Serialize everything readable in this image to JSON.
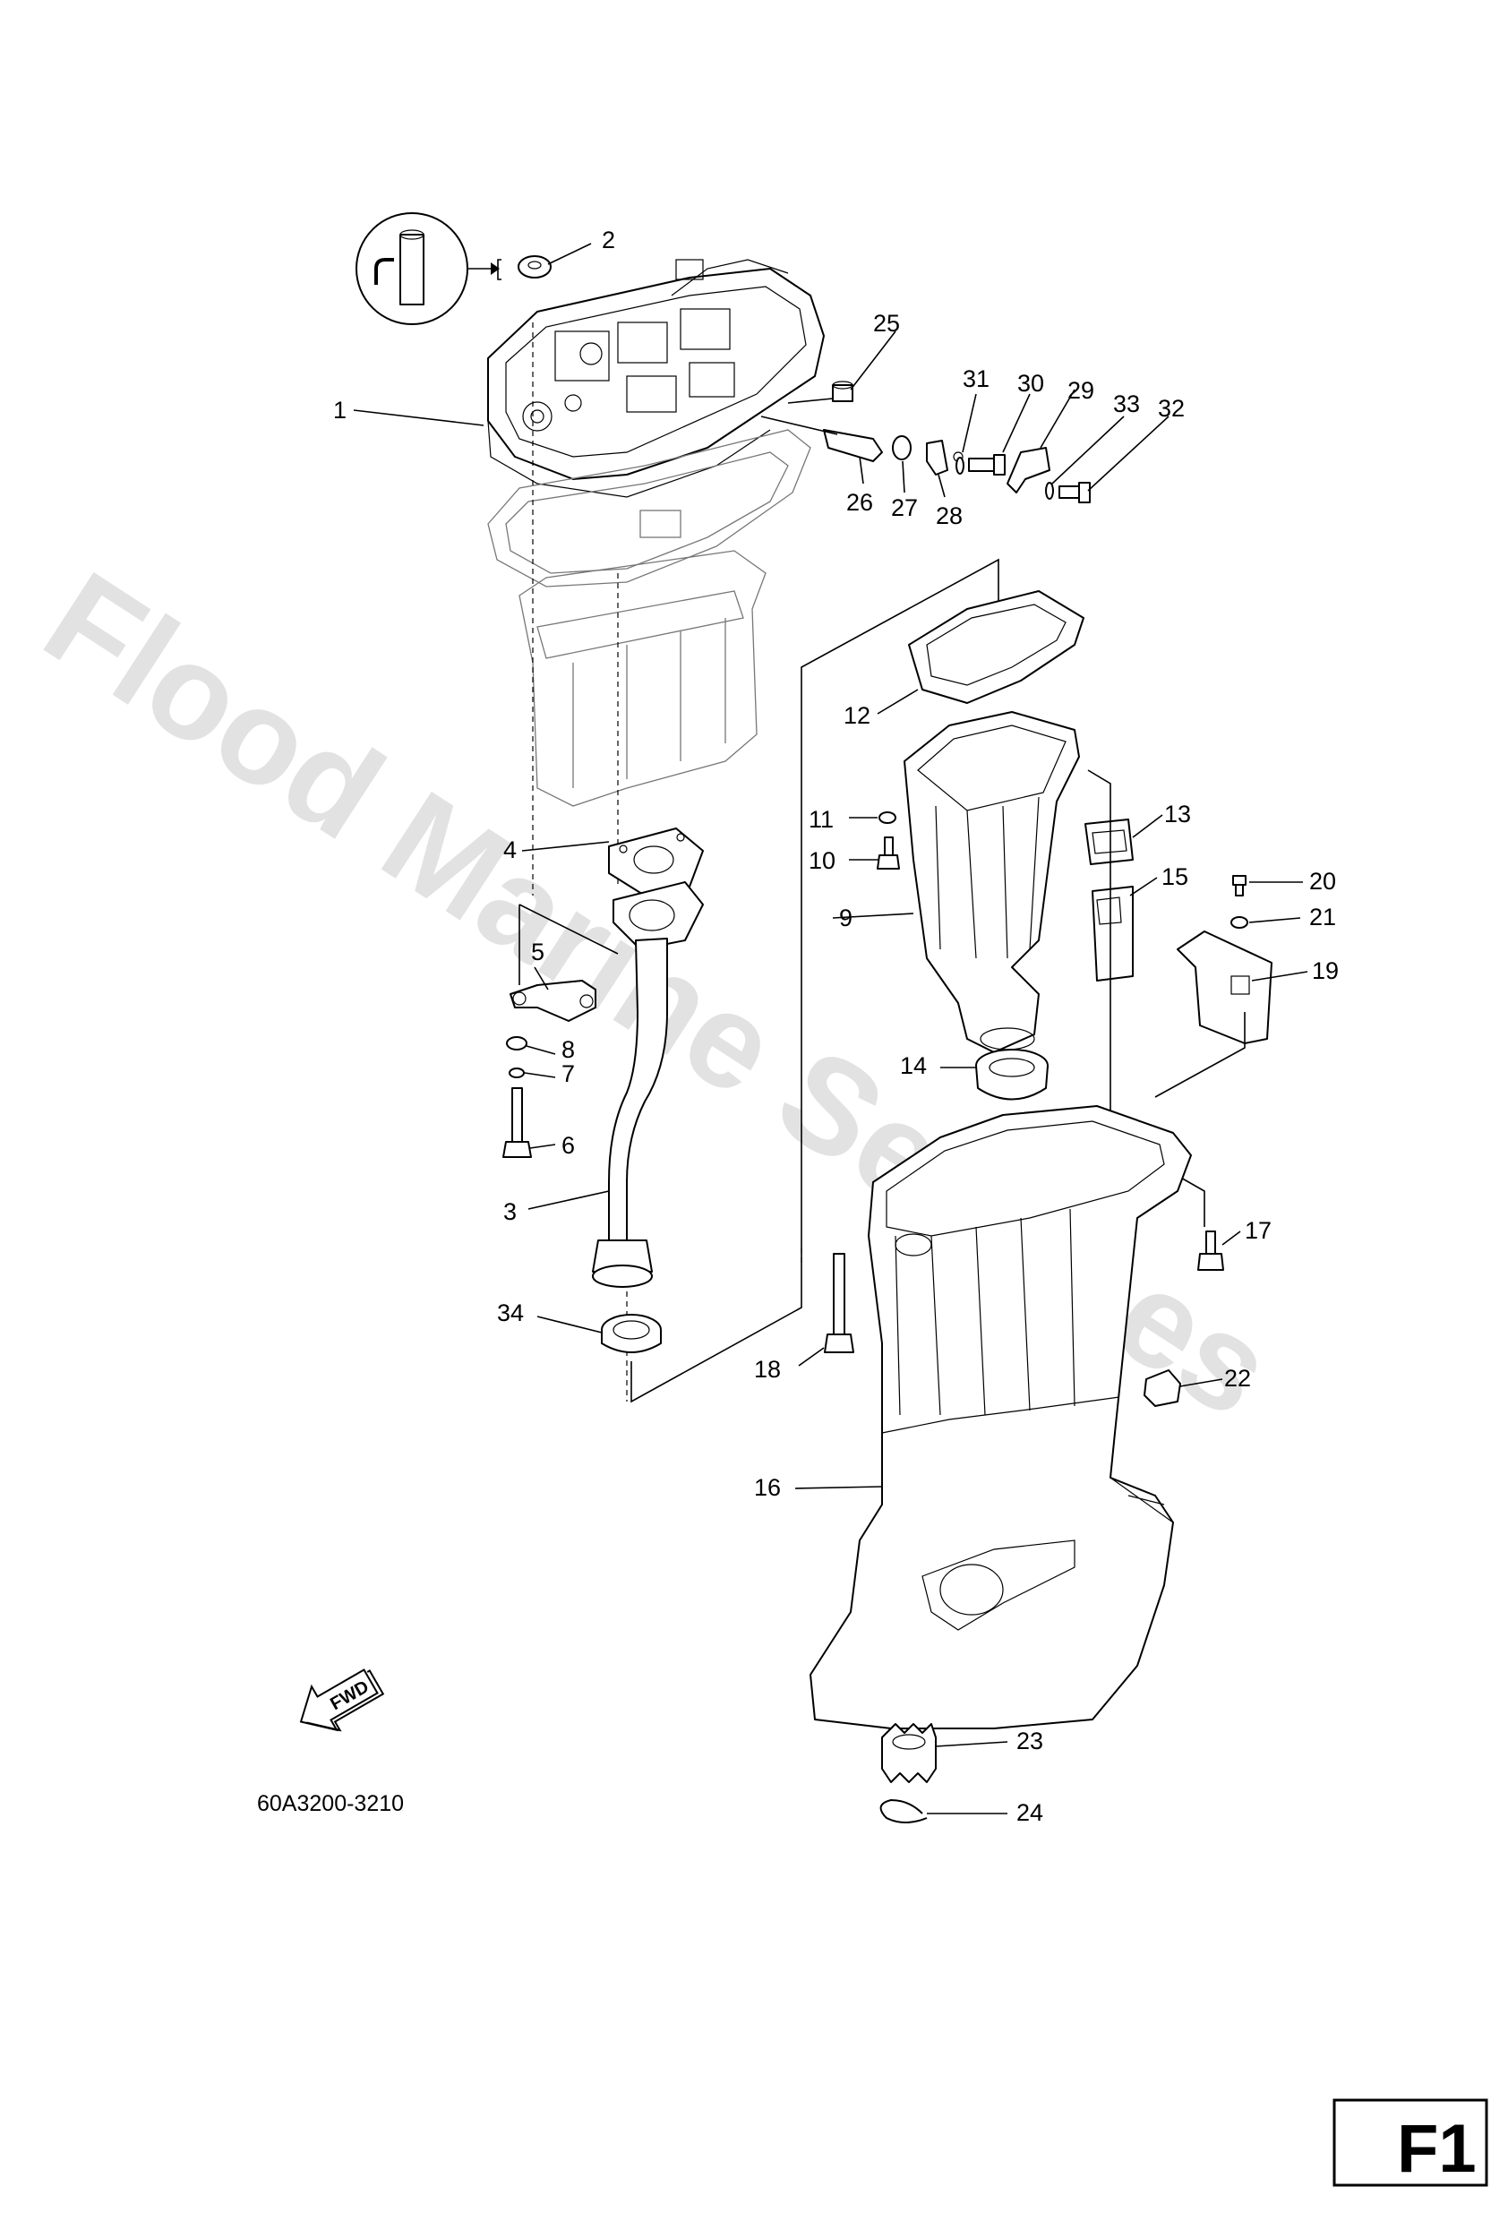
{
  "watermark": "Flood Marine Services",
  "diagram_code": "60A3200-3210",
  "page_tag": "F1",
  "fwd_label": "FWD",
  "callouts": [
    "1",
    "2",
    "3",
    "4",
    "5",
    "6",
    "7",
    "8",
    "9",
    "10",
    "11",
    "12",
    "13",
    "14",
    "15",
    "16",
    "17",
    "18",
    "19",
    "20",
    "21",
    "22",
    "23",
    "24",
    "25",
    "26",
    "27",
    "28",
    "29",
    "30",
    "31",
    "32",
    "33",
    "34"
  ]
}
